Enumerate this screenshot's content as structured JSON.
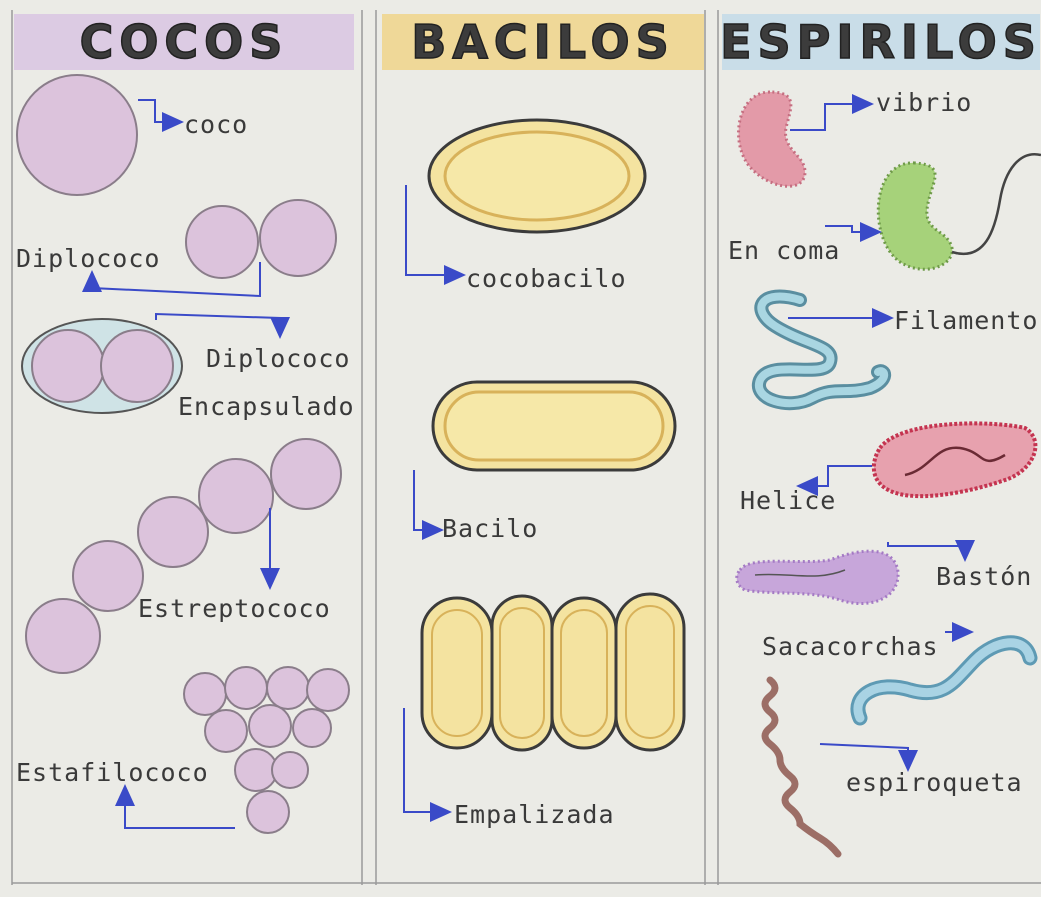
{
  "columns": [
    {
      "title": "COCOS",
      "color": "#dccbe3"
    },
    {
      "title": "BACILOS",
      "color": "#efd898"
    },
    {
      "title": "ESPIRILOS",
      "color": "#c9dde8"
    }
  ],
  "labels": {
    "coco": "coco",
    "diplococo": "Diplococo",
    "diplococo_encapsulado_1": "Diplococo",
    "diplococo_encapsulado_2": "Encapsulado",
    "estreptococo": "Estreptococo",
    "estafilococo": "Estafilococo",
    "cocobacilo": "cocobacilo",
    "bacilo": "Bacilo",
    "empalizada": "Empalizada",
    "vibrio": "vibrio",
    "en_coma": "En coma",
    "filamento": "Filamento",
    "helice": "Helice",
    "baston": "Bastón",
    "sacacorchas": "Sacacorchas",
    "espiroqueta": "espiroqueta"
  },
  "colors": {
    "coccus_fill": "#dcc3dc",
    "coccus_stroke": "#8a7d8a",
    "capsule_fill": "#cfe3e6",
    "bacillus_fill": "#f4e3a0",
    "bacillus_ring": "#d8b25a",
    "outline": "#3b3b3b",
    "arrow": "#3a4ac8",
    "vibrio": "#e39aa8",
    "coma": "#a6d27a",
    "filament": "#8ac6d6",
    "helix": "#d0405a",
    "baston": "#b48ad2",
    "corkscrew": "#8ec2d8",
    "spirochete": "#a77c72"
  }
}
